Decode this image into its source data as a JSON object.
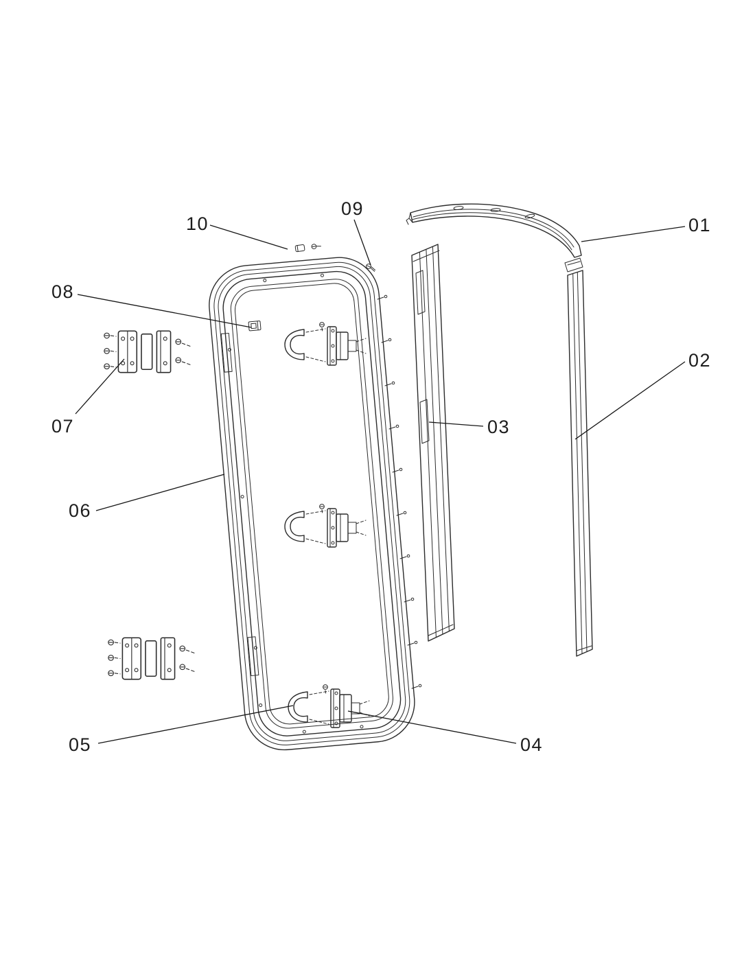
{
  "diagram": {
    "type": "exploded-parts-diagram",
    "background_color": "#ffffff",
    "line_color": "#2b2b2b",
    "label_color": "#1d1d1d",
    "callouts": [
      {
        "id": "callout-01",
        "label": "01"
      },
      {
        "id": "callout-02",
        "label": "02"
      },
      {
        "id": "callout-03",
        "label": "03"
      },
      {
        "id": "callout-04",
        "label": "04"
      },
      {
        "id": "callout-05",
        "label": "05"
      },
      {
        "id": "callout-06",
        "label": "06"
      },
      {
        "id": "callout-07",
        "label": "07"
      },
      {
        "id": "callout-08",
        "label": "08"
      },
      {
        "id": "callout-09",
        "label": "09"
      },
      {
        "id": "callout-10",
        "label": "10"
      }
    ]
  }
}
